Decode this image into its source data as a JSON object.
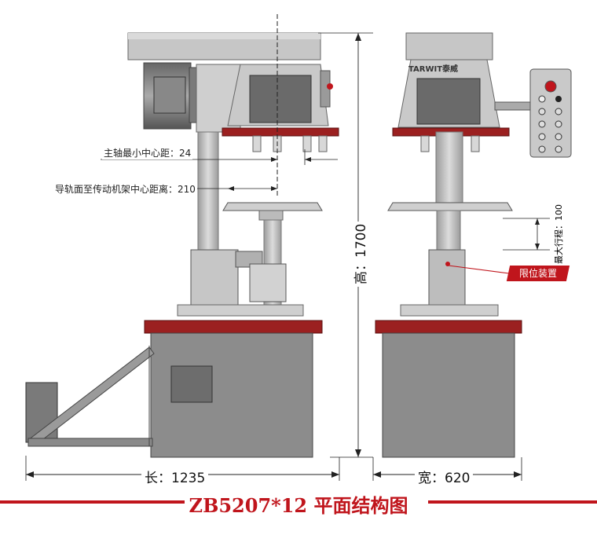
{
  "title": "ZB5207*12 平面结构图",
  "annotations": {
    "spindle_min_distance": "主轴最小中心距：24",
    "guide_to_frame_distance": "导轨面至传动机架中心距离：210",
    "max_stroke": "最大行程：100",
    "limit_device": "限位装置"
  },
  "dimensions": {
    "length": "长：1235",
    "width": "宽：620",
    "height": "高：1700"
  },
  "brand": "TARWIT泰威",
  "colors": {
    "accent_red": "#c0151c",
    "machine_gray": "#b9b9b9",
    "dark_gray": "#8a8a8a",
    "base_red": "#9b2020"
  }
}
